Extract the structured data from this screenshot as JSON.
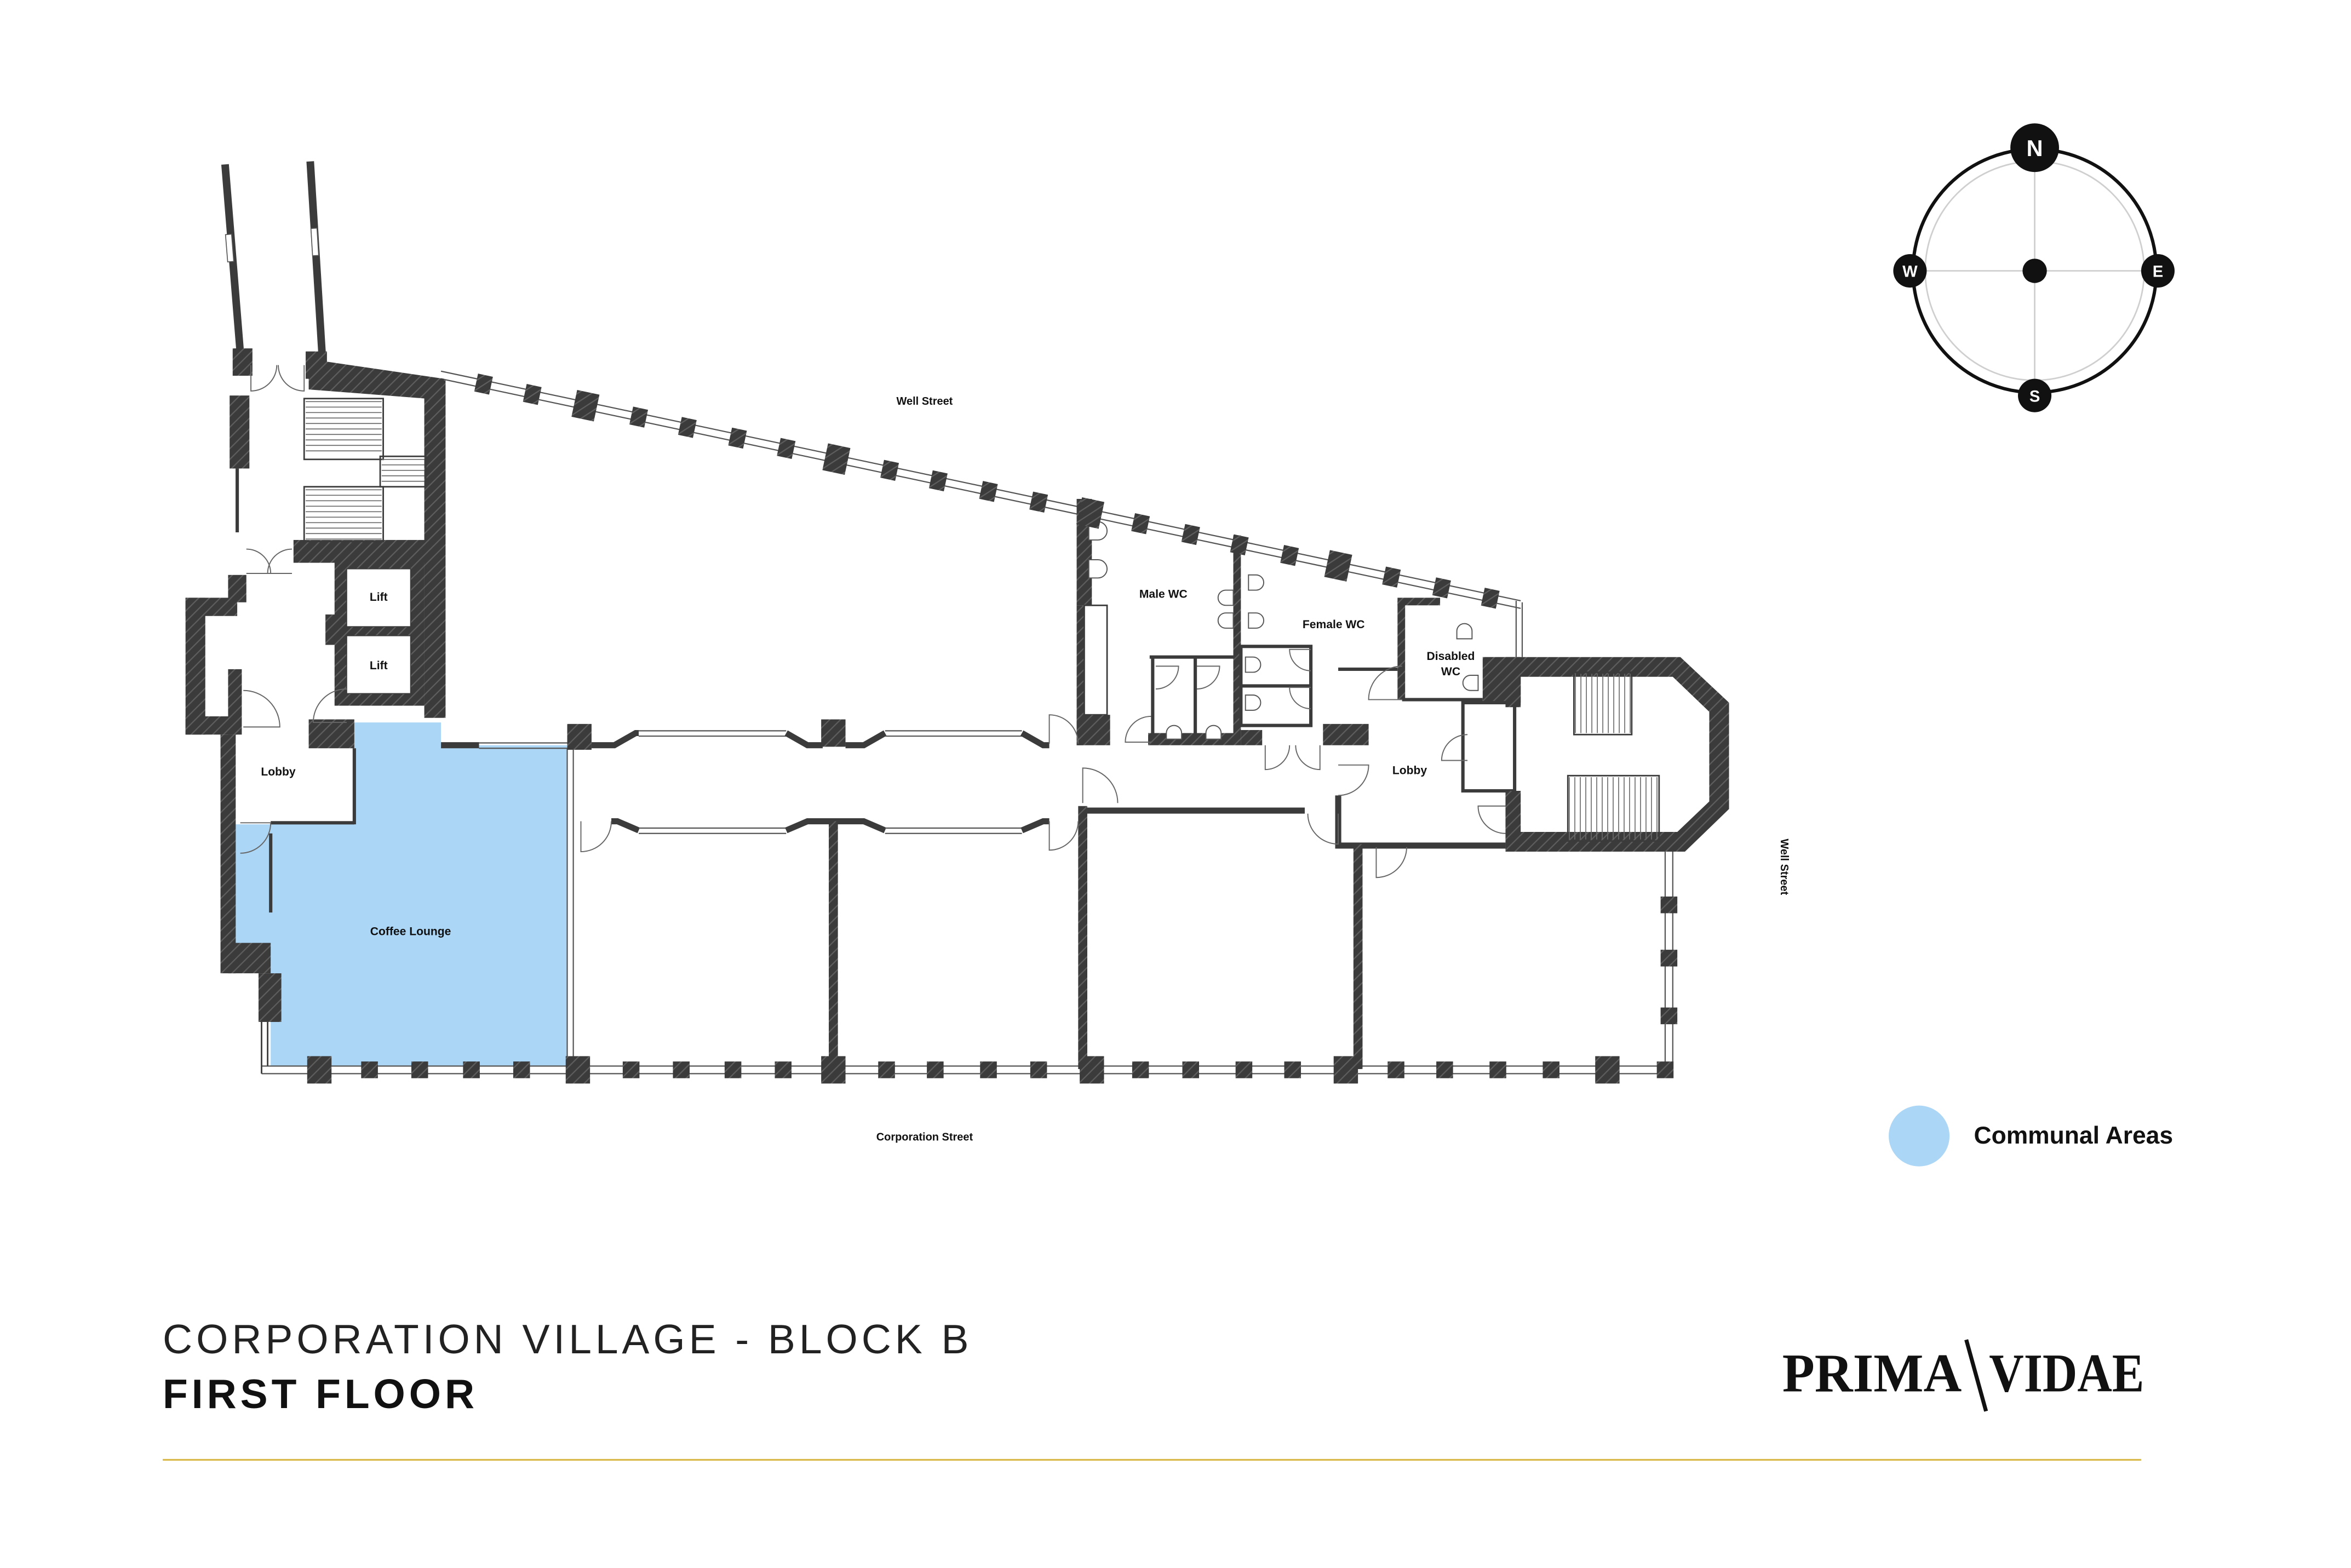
{
  "title": "CORPORATION VILLAGE - BLOCK B",
  "subtitle": "FIRST FLOOR",
  "logo": {
    "left": "PRIMA",
    "right": "VIDAE"
  },
  "streets": {
    "north": "Well Street",
    "east": "Well Street",
    "south": "Corporation Street"
  },
  "rooms": {
    "lift_1": "Lift",
    "lift_2": "Lift",
    "lobby_west": "Lobby",
    "coffee_lounge": "Coffee Lounge",
    "male_wc": "Male WC",
    "female_wc": "Female WC",
    "disabled_wc_line1": "Disabled",
    "disabled_wc_line2": "WC",
    "lobby_east": "Lobby"
  },
  "compass": {
    "n": "N",
    "e": "E",
    "s": "S",
    "w": "W"
  },
  "legend": {
    "communal_areas": "Communal Areas"
  },
  "colors": {
    "communal": "#acd6f5",
    "wall": "#3b3b3b",
    "rule": "#d9b94a"
  }
}
